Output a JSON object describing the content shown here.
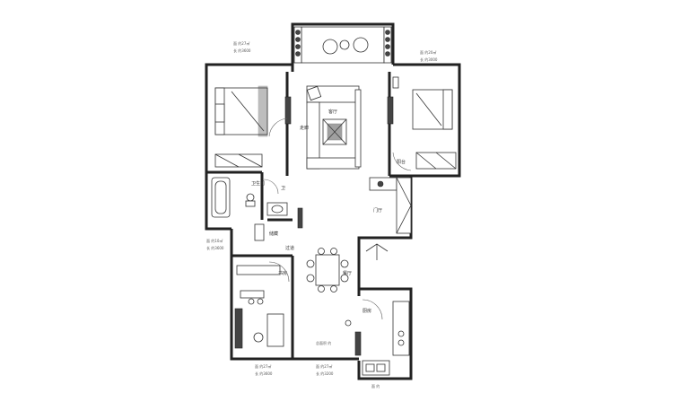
{
  "rooms": {
    "living": "客厅",
    "balcony_small": "阳台",
    "hallway": "走廊",
    "foyer": "门厅",
    "dining": "餐厅",
    "kitchen": "厨房",
    "storage": "储藏",
    "bath_main": "卫生间",
    "bath_guest": "卫",
    "study": "书房",
    "passage": "过道"
  },
  "dims": {
    "top_left_a": "面 约27㎡",
    "top_left_b": "长 约3600",
    "top_right_a": "面 约20㎡",
    "top_right_b": "长 约3000",
    "mid_left_a": "面 约10㎡",
    "mid_left_b": "长 约3600",
    "bottom_left_a": "面 约27㎡",
    "bottom_left_b": "长 约3600",
    "bottom_mid_a": "面 约27㎡",
    "bottom_mid_b": "长 约3200",
    "bottom_mid_c": "总面积 约",
    "bottom_right": "面 约"
  },
  "colors": {
    "wall": "#222222",
    "furniture": "#333333",
    "fill_dark": "#444444"
  }
}
